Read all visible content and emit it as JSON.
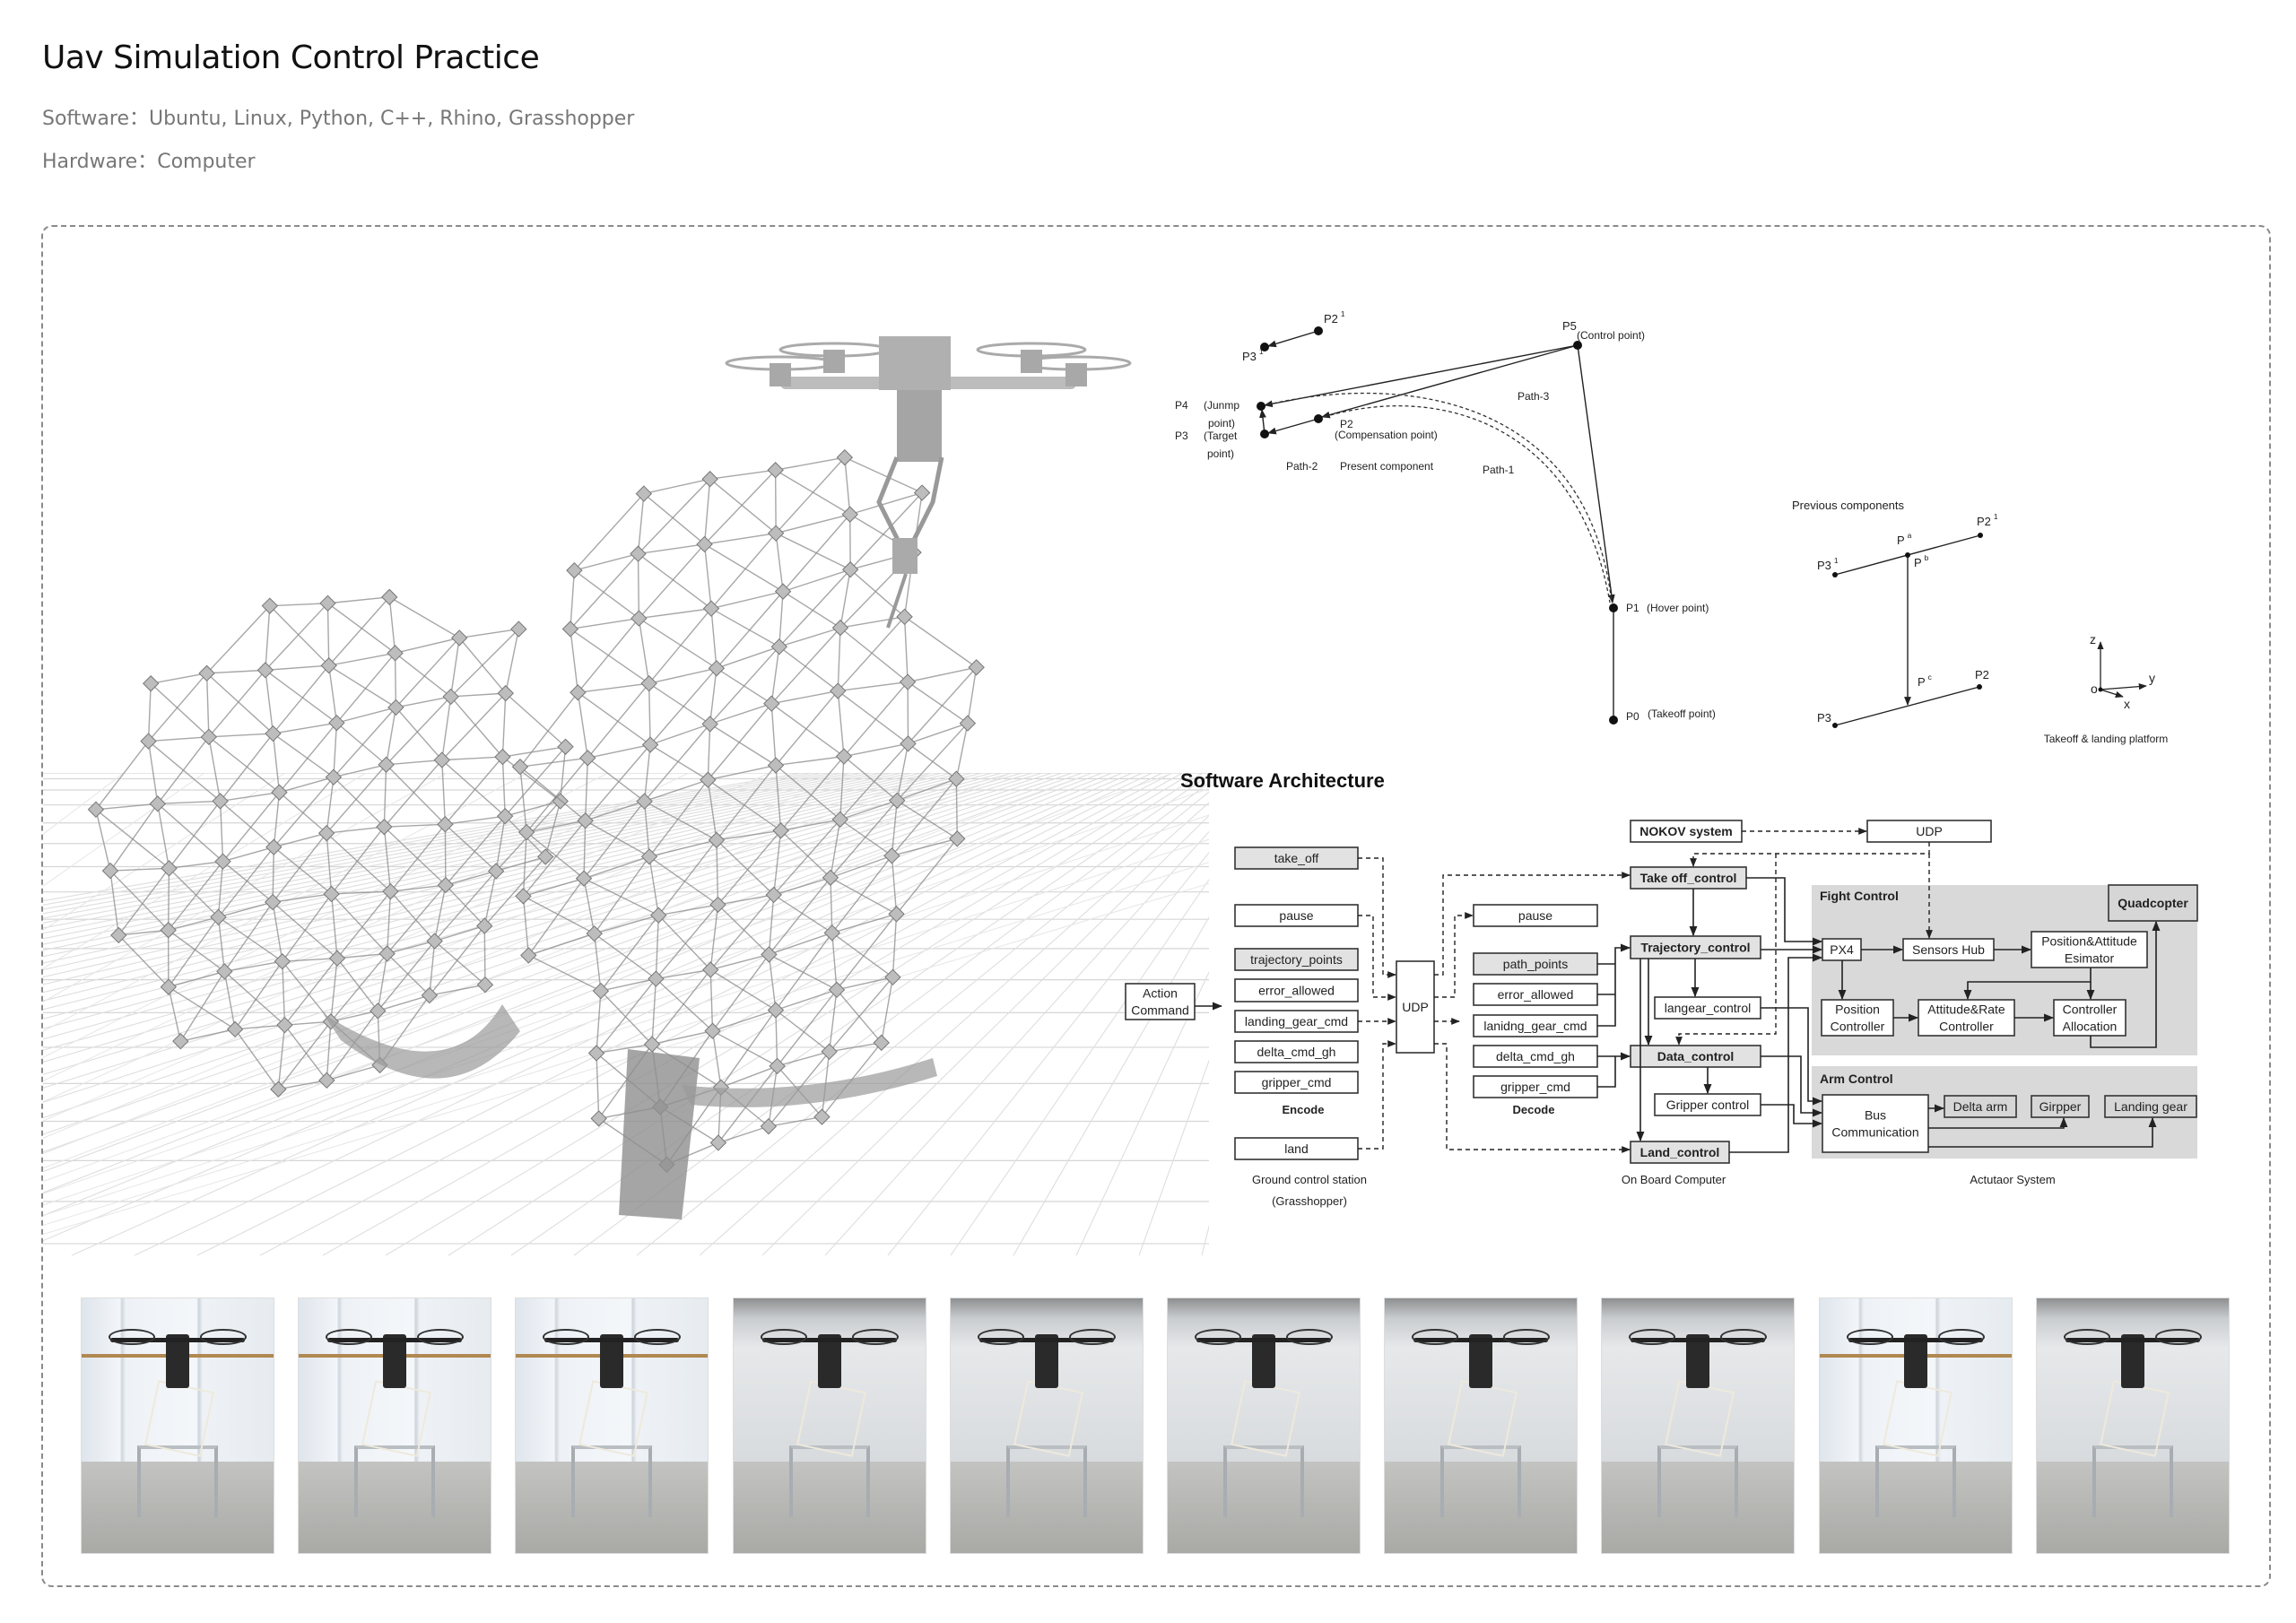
{
  "header": {
    "title": "Uav Simulation Control Practice",
    "software": "Software：Ubuntu, Linux, Python, C++, Rhino, Grasshopper",
    "hardware": "Hardware：Computer"
  },
  "path_diagram": {
    "p2_prev": {
      "base": "P2",
      "sup": "1"
    },
    "p3_prev": {
      "base": "P3",
      "sup": "1"
    },
    "p5": "P5",
    "p5_desc": "(Control point)",
    "p4": "P4",
    "p4_desc": [
      "(Junmp",
      "point)"
    ],
    "p3": "P3",
    "p3_desc": [
      "(Target",
      "point)"
    ],
    "p2": "P2",
    "p2_desc": "(Compensation point)",
    "path3": "Path-3",
    "path2": "Path-2",
    "present": "Present component",
    "path1": "Path-1",
    "p1": "P1",
    "p1_desc": "(Hover point)",
    "p0": "P0",
    "p0_desc": "(Takeoff point)"
  },
  "previous_components": {
    "title": "Previous components",
    "p2_prev": {
      "base": "P2",
      "sup": "1"
    },
    "pa": {
      "base": "P",
      "sup": "a"
    },
    "pb": {
      "base": "P",
      "sup": "b"
    },
    "p3_prev": {
      "base": "P3",
      "sup": "1"
    },
    "pc": {
      "base": "P",
      "sup": "c"
    },
    "p2": "P2",
    "p3": "P3",
    "axis_z": "z",
    "axis_y": "y",
    "axis_x": "x",
    "origin": "o",
    "platform": "Takeoff & landing platform"
  },
  "arch": {
    "title": "Software Architecture",
    "boxes": {
      "action": [
        "Action",
        "Command"
      ],
      "take_off": [
        "take_off"
      ],
      "pause_e": [
        "pause"
      ],
      "trajectory_points": [
        "trajectory_points"
      ],
      "error_allowed_e": [
        "error_allowed"
      ],
      "landing_gear_cmd": [
        "landing_gear_cmd"
      ],
      "delta_cmd_gh_e": [
        "delta_cmd_gh"
      ],
      "gripper_cmd_e": [
        "gripper_cmd"
      ],
      "land": [
        "land"
      ],
      "udp_gcs": [
        "UDP"
      ],
      "pause_d": [
        "pause"
      ],
      "path_points": [
        "path_points"
      ],
      "error_allowed_d": [
        "error_allowed"
      ],
      "lanidng_gear_cmd": [
        "lanidng_gear_cmd"
      ],
      "delta_cmd_gh_d": [
        "delta_cmd_gh"
      ],
      "gripper_cmd_d": [
        "gripper_cmd"
      ],
      "nokov": [
        "NOKOV system"
      ],
      "udp_top": [
        "UDP"
      ],
      "takeoff_control": [
        "Take off_control"
      ],
      "trajectory_control": [
        "Trajectory_control"
      ],
      "langear_control": [
        "langear_control"
      ],
      "data_control": [
        "Data_control"
      ],
      "gripper_control": [
        "Gripper control"
      ],
      "land_control": [
        "Land_control"
      ],
      "quadcopter": [
        "Quadcopter"
      ],
      "px4": [
        "PX4"
      ],
      "sensors_hub": [
        "Sensors Hub"
      ],
      "estimator": [
        "Position&Attitude",
        "Esimator"
      ],
      "position_controller": [
        "Position",
        "Controller"
      ],
      "attitude_controller": [
        "Attitude&Rate",
        "Controller"
      ],
      "controller_allocation": [
        "Controller",
        "Allocation"
      ],
      "bus": [
        "Bus",
        "Communication"
      ],
      "delta_arm": [
        "Delta arm"
      ],
      "girpper": [
        "Girpper"
      ],
      "landing_gear": [
        "Landing gear"
      ]
    },
    "labels": {
      "encode": "Encode",
      "decode": "Decode",
      "gcs": "Ground control station",
      "gcs_sub": "(Grasshopper)",
      "obc": "On Board Computer",
      "actuator": "Actutaor System",
      "fight_control": "Fight Control",
      "arm_control": "Arm Control"
    }
  },
  "photos_count": 10,
  "colors": {
    "title": "#111111",
    "subtitle": "#777777",
    "box_grey": "#e2e2e2",
    "panel_grey": "#d9d9d9",
    "line": "#222222"
  }
}
